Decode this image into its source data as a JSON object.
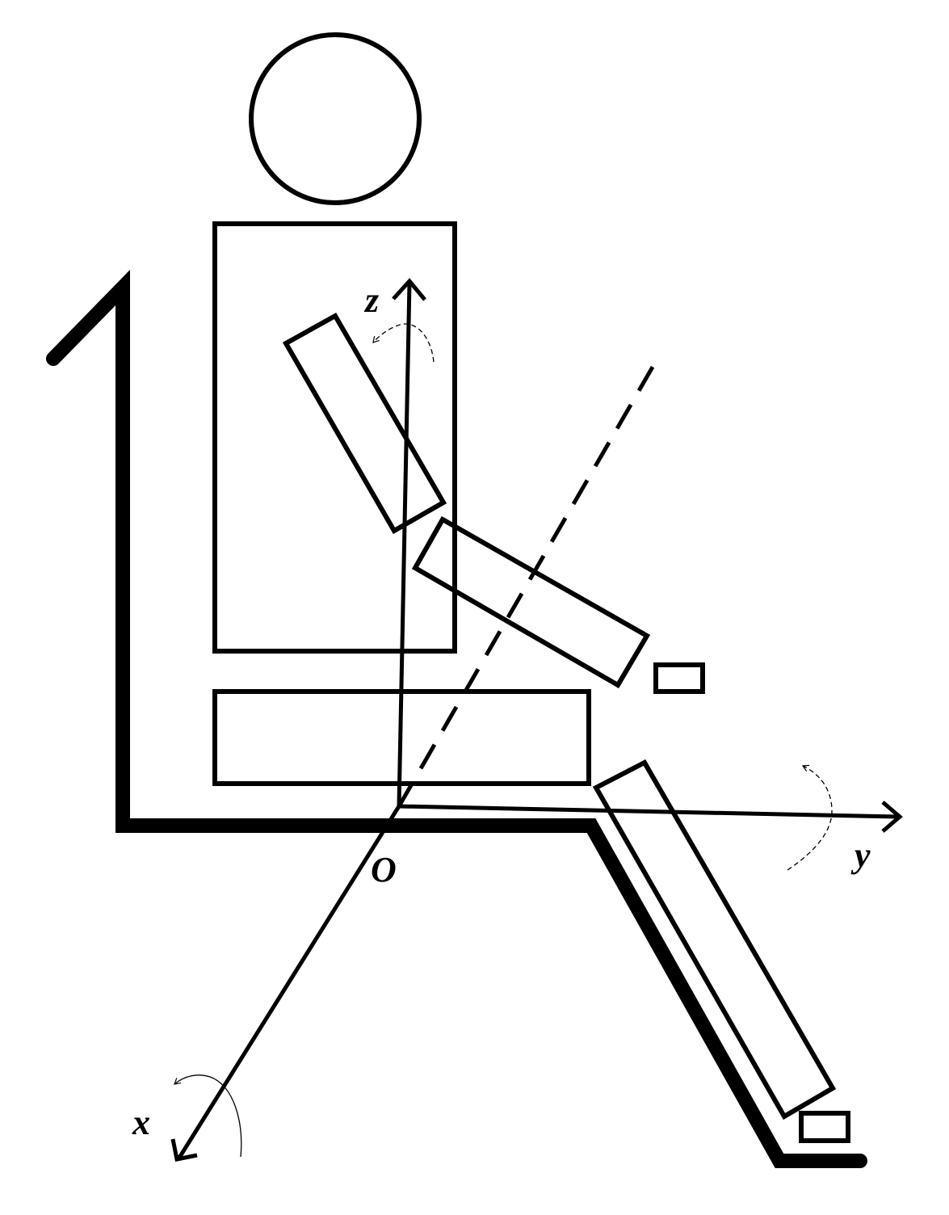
{
  "diagram": {
    "axes": {
      "origin_label": "O",
      "x_label": "x",
      "y_label": "y",
      "z_label": "z"
    },
    "colors": {
      "stroke": "#000000",
      "background": "#ffffff"
    },
    "shapes": [
      "head-circle",
      "torso-rectangle",
      "upper-arm-rectangle",
      "forearm-rectangle",
      "hand-rectangle",
      "thigh-rectangle",
      "shank-rectangle",
      "foot-rectangle",
      "seat-frame",
      "dashed-rotation-axis"
    ]
  }
}
